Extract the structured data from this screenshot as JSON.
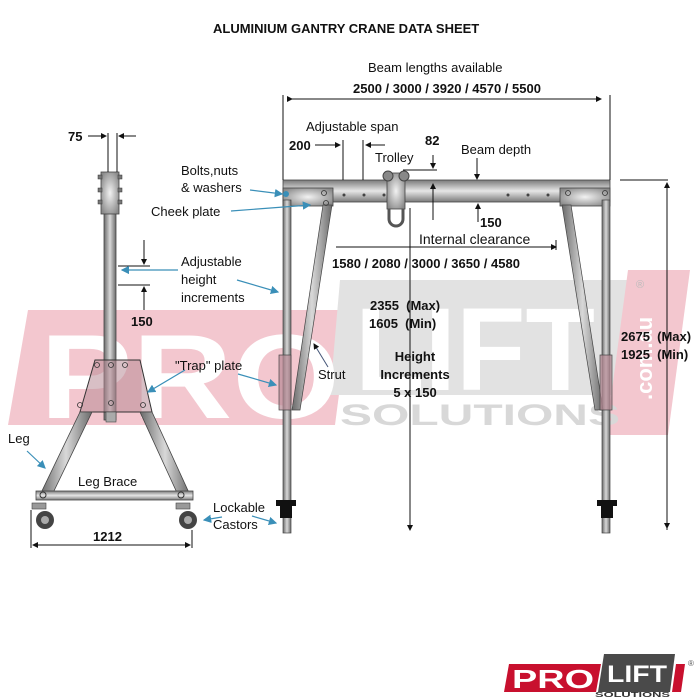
{
  "title": "ALUMINIUM GANTRY CRANE DATA SHEET",
  "labels": {
    "beam_lengths_title": "Beam lengths available",
    "beam_lengths_values": "2500 / 3000 / 3920 / 4570 / 5500",
    "adjustable_span": "Adjustable span",
    "span_value": "200",
    "trolley_depth_value": "82",
    "trolley": "Trolley",
    "beam_depth": "Beam depth",
    "beam_depth_value": "150",
    "internal_clearance": "Internal clearance",
    "internal_clearance_values": "1580 / 2080 / 3000 / 3650 / 4580",
    "bolts_line1": "Bolts,nuts",
    "bolts_line2": "& washers",
    "cheek_plate": "Cheek plate",
    "upright_width": "75",
    "adjustable_height_line1": "Adjustable",
    "adjustable_height_line2": "height",
    "adjustable_height_line3": "increments",
    "increment_value": "150",
    "trap_plate": "\"Trap\" plate",
    "strut": "Strut",
    "inner_height_max": "2355  (Max)",
    "inner_height_min": "1605  (Min)",
    "height_increments_line1": "Height",
    "height_increments_line2": "Increments",
    "height_increments_line3": "5 x 150",
    "overall_height_max": "2675  (Max)",
    "overall_height_min": "1925  (Min)",
    "leg": "Leg",
    "leg_brace": "Leg Brace",
    "base_width": "1212",
    "lockable": "Lockable",
    "castors": "Castors"
  },
  "watermark": {
    "pro": "PRO",
    "lift": "LIFT",
    "solutions": "SOLUTIONS",
    "domain": ".com.au",
    "registered": "®"
  },
  "logo": {
    "pro": "PRO",
    "lift": "LIFT",
    "solutions": "SOLUTIONS",
    "registered": "®"
  },
  "colors": {
    "brand_red": "#c8102e",
    "brand_dark": "#4a4a4a",
    "watermark_red": "#f2c4cc",
    "watermark_grey": "#dcdcdc",
    "callout_blue": "#3a8fb8",
    "steel": "#9a9a9a"
  }
}
